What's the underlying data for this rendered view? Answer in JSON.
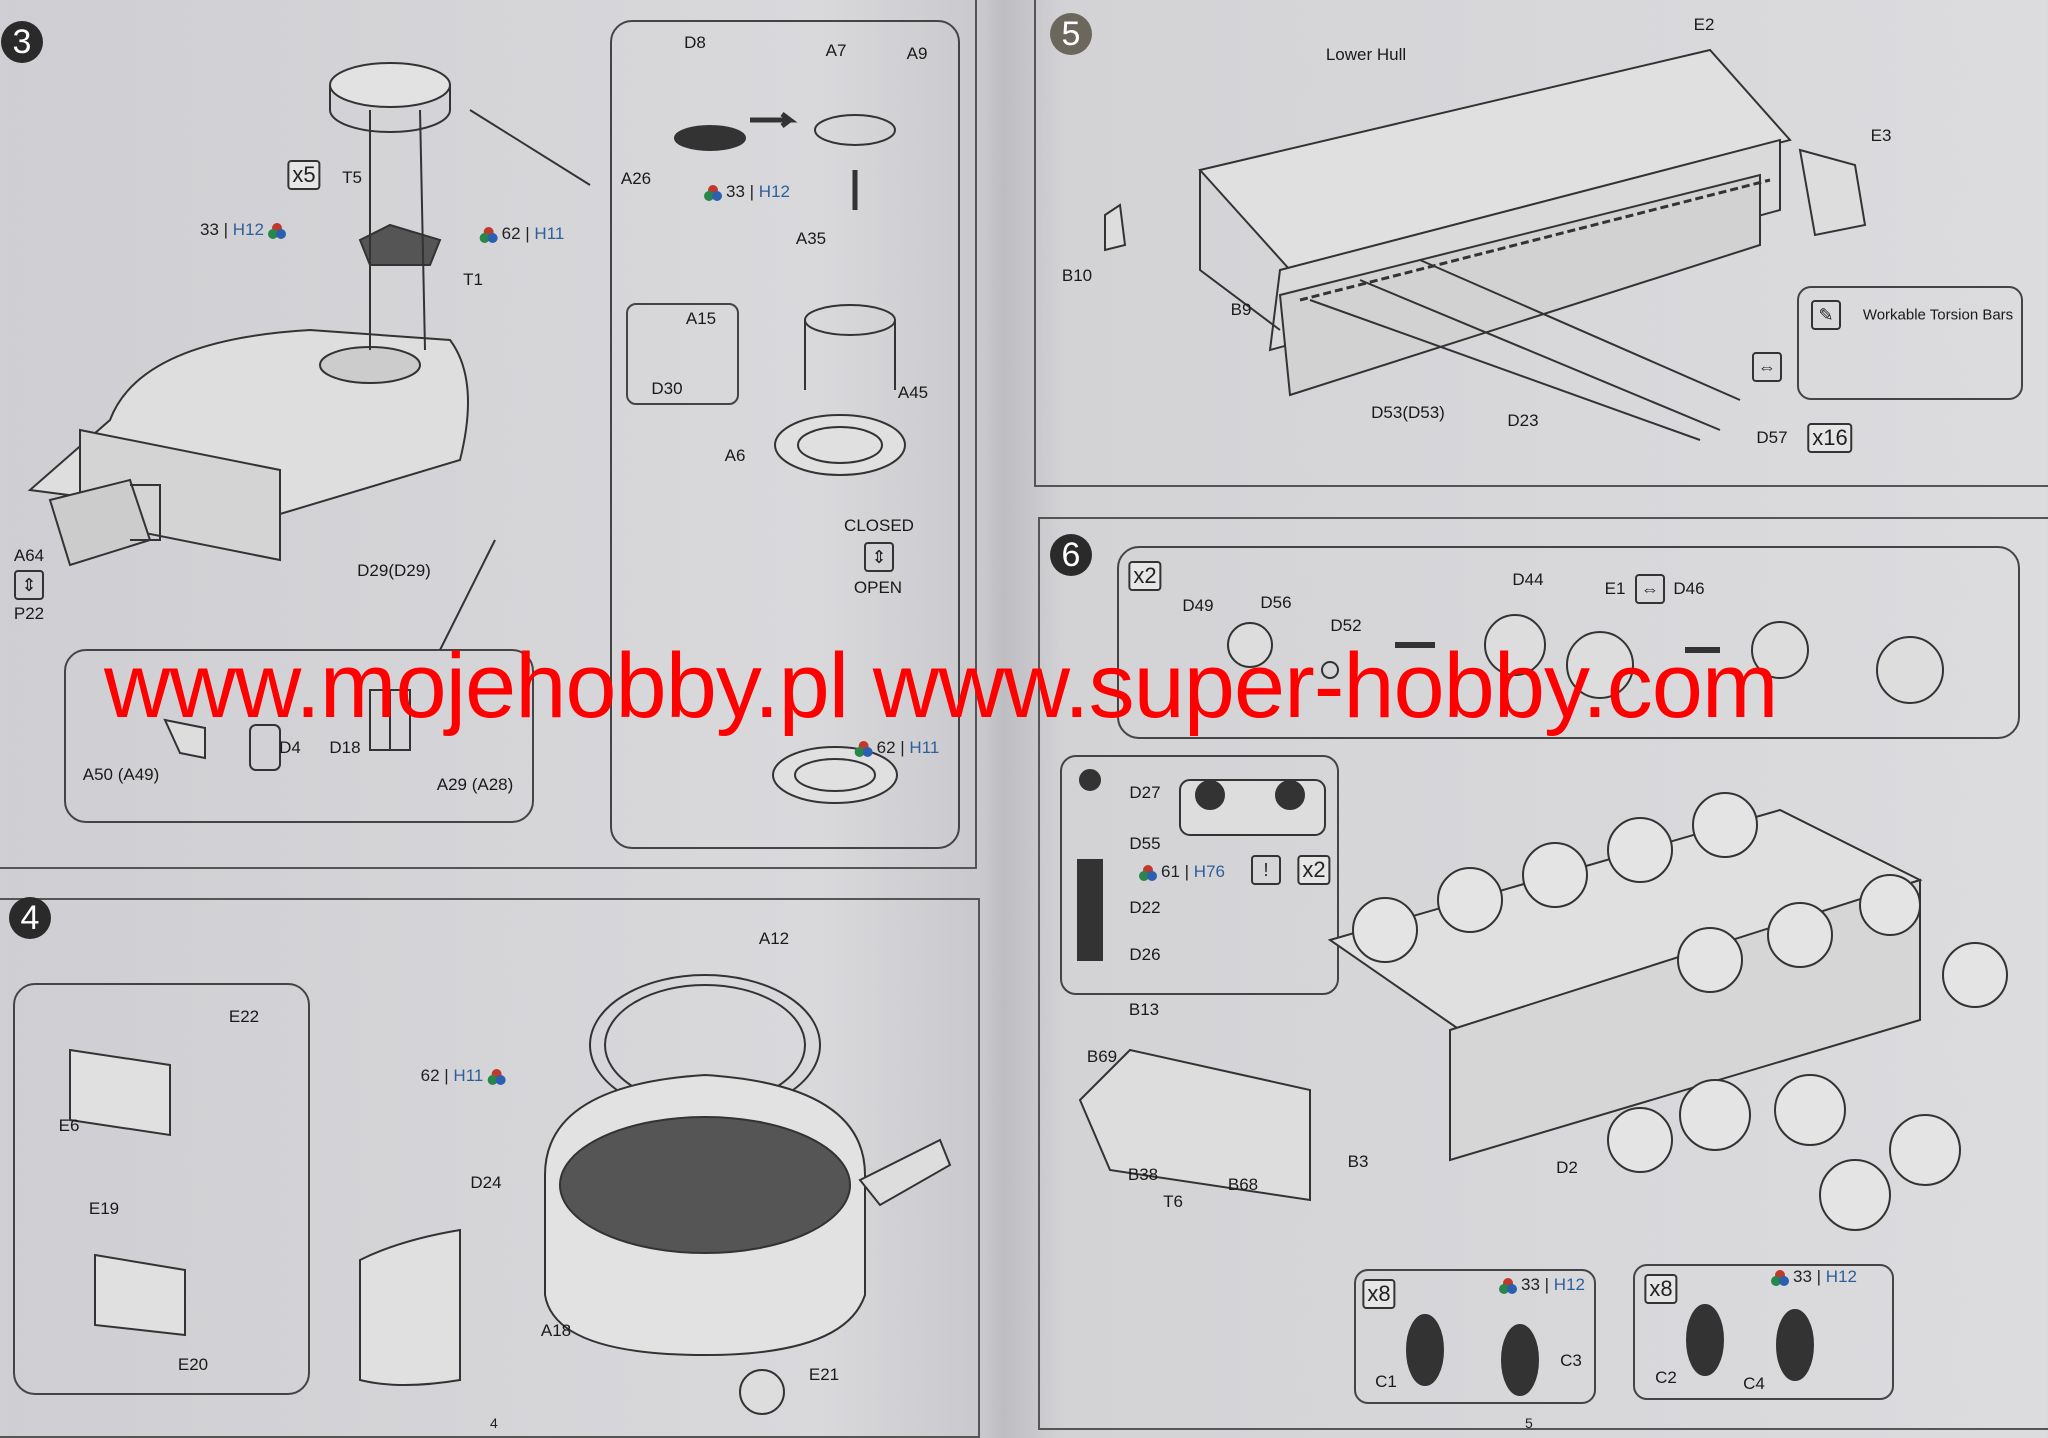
{
  "watermark": "www.mojehobby.pl www.super-hobby.com",
  "page_numbers": {
    "left": "4",
    "right": "5"
  },
  "step3": {
    "number": "3",
    "multiplier": "x5",
    "labels": {
      "T5": "T5",
      "T1": "T1",
      "A64": "A64",
      "P22": "P22",
      "D29": "D29(D29)",
      "D8": "D8",
      "A7": "A7",
      "A9": "A9",
      "A26": "A26",
      "A35": "A35",
      "A15": "A15",
      "D30": "D30",
      "A45": "A45",
      "A6": "A6",
      "closed": "CLOSED",
      "open": "OPEN",
      "D18": "D18",
      "D4": "D4",
      "A50": "A50 (A49)",
      "A29": "A29 (A28)"
    },
    "paints": [
      {
        "num": "33",
        "code": "H12"
      },
      {
        "num": "62",
        "code": "H11"
      },
      {
        "num": "33",
        "code": "H12"
      },
      {
        "num": "62",
        "code": "H11"
      }
    ]
  },
  "step4": {
    "number": "4",
    "labels": {
      "A12": "A12",
      "D24": "D24",
      "E22": "E22",
      "E6": "E6",
      "E19": "E19",
      "E20": "E20",
      "A18": "A18",
      "E21": "E21"
    },
    "paints": [
      {
        "num": "62",
        "code": "H11"
      }
    ]
  },
  "step5": {
    "number": "5",
    "labels": {
      "E2": "E2",
      "lower_hull": "Lower Hull",
      "E3": "E3",
      "B10": "B10",
      "B9": "B9",
      "D53": "D53(D53)",
      "D23": "D23",
      "D57": "D57"
    },
    "multiplier": "x16",
    "note": "Workable Torsion Bars"
  },
  "step6": {
    "number": "6",
    "multipliers": [
      "x2",
      "x2",
      "x8",
      "x8"
    ],
    "labels": {
      "D49": "D49",
      "D56": "D56",
      "D52": "D52",
      "D44": "D44",
      "E1": "E1",
      "D46": "D46",
      "D27": "D27",
      "D55": "D55",
      "D22": "D22",
      "D26": "D26",
      "B13": "B13",
      "B69": "B69",
      "B38": "B38",
      "T6": "T6",
      "B68": "B68",
      "B3": "B3",
      "D2": "D2",
      "C1": "C1",
      "C3": "C3",
      "C2": "C2",
      "C4": "C4"
    },
    "paints": [
      {
        "num": "61",
        "code": "H76"
      },
      {
        "num": "33",
        "code": "H12"
      },
      {
        "num": "33",
        "code": "H12"
      }
    ]
  }
}
